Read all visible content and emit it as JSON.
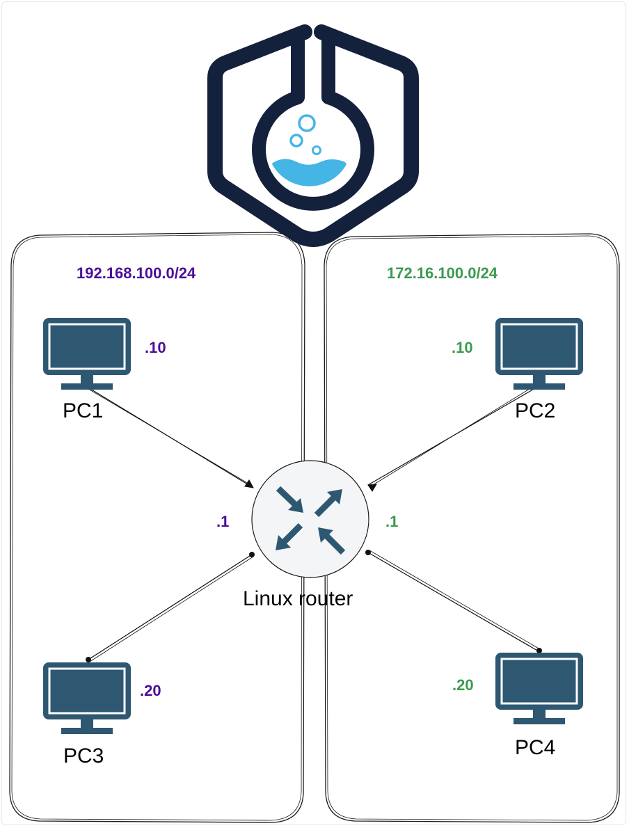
{
  "colors": {
    "logo_navy": "#14213d",
    "flask_water": "#45b5e6",
    "pc_fill": "#2e5772",
    "router_arrow": "#2e5772",
    "left_accent": "#4b0d9a",
    "right_accent": "#3c9a4f"
  },
  "icons": {
    "logo": "containerlab-flask-icon",
    "pc": "monitor-icon",
    "router": "router-icon"
  },
  "left_subnet": {
    "label": "192.168.100.0/24",
    "router_ip": ".1",
    "pc_top": {
      "name": "PC1",
      "ip": ".10"
    },
    "pc_bottom": {
      "name": "PC3",
      "ip": ".20"
    }
  },
  "right_subnet": {
    "label": "172.16.100.0/24",
    "router_ip": ".1",
    "pc_top": {
      "name": "PC2",
      "ip": ".10"
    },
    "pc_bottom": {
      "name": "PC4",
      "ip": ".20"
    }
  },
  "router": {
    "label": "Linux router"
  }
}
